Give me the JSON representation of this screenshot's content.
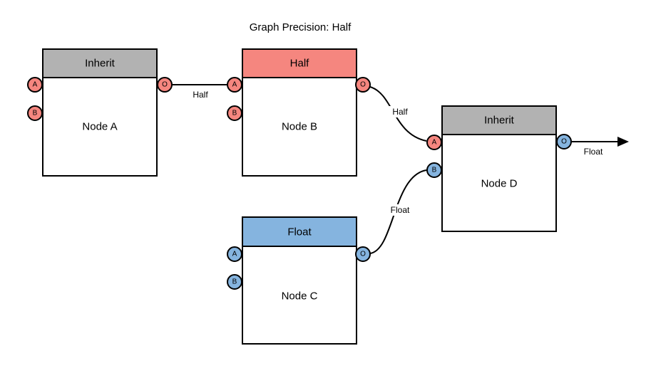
{
  "title": "Graph Precision: Half",
  "colors": {
    "half": "#f5867f",
    "float": "#85b4df",
    "inherit": "#b2b2b2",
    "stroke": "#000000",
    "background": "#ffffff"
  },
  "nodes": [
    {
      "name": "Node A",
      "header": "Inherit",
      "header_color": "#b2b2b2",
      "port_a_color": "#f5867f",
      "port_b_color": "#f5867f",
      "port_o_color": "#f5867f",
      "ports": {
        "a": "A",
        "b": "B",
        "o": "O"
      }
    },
    {
      "name": "Node B",
      "header": "Half",
      "header_color": "#f5867f",
      "port_a_color": "#f5867f",
      "port_b_color": "#f5867f",
      "port_o_color": "#f5867f",
      "ports": {
        "a": "A",
        "b": "B",
        "o": "O"
      }
    },
    {
      "name": "Node C",
      "header": "Float",
      "header_color": "#85b4df",
      "port_a_color": "#85b4df",
      "port_b_color": "#85b4df",
      "port_o_color": "#85b4df",
      "ports": {
        "a": "A",
        "b": "B",
        "o": "O"
      }
    },
    {
      "name": "Node D",
      "header": "Inherit",
      "header_color": "#b2b2b2",
      "port_a_color": "#f5867f",
      "port_b_color": "#85b4df",
      "port_o_color": "#85b4df",
      "ports": {
        "a": "A",
        "b": "B",
        "o": "O"
      }
    }
  ],
  "edges": [
    {
      "from": "Node A.O",
      "to": "Node B.A",
      "label": "Half"
    },
    {
      "from": "Node B.O",
      "to": "Node D.A",
      "label": "Half"
    },
    {
      "from": "Node C.O",
      "to": "Node D.B",
      "label": "Float"
    },
    {
      "from": "Node D.O",
      "to": "output-arrow",
      "label": "Float"
    }
  ]
}
